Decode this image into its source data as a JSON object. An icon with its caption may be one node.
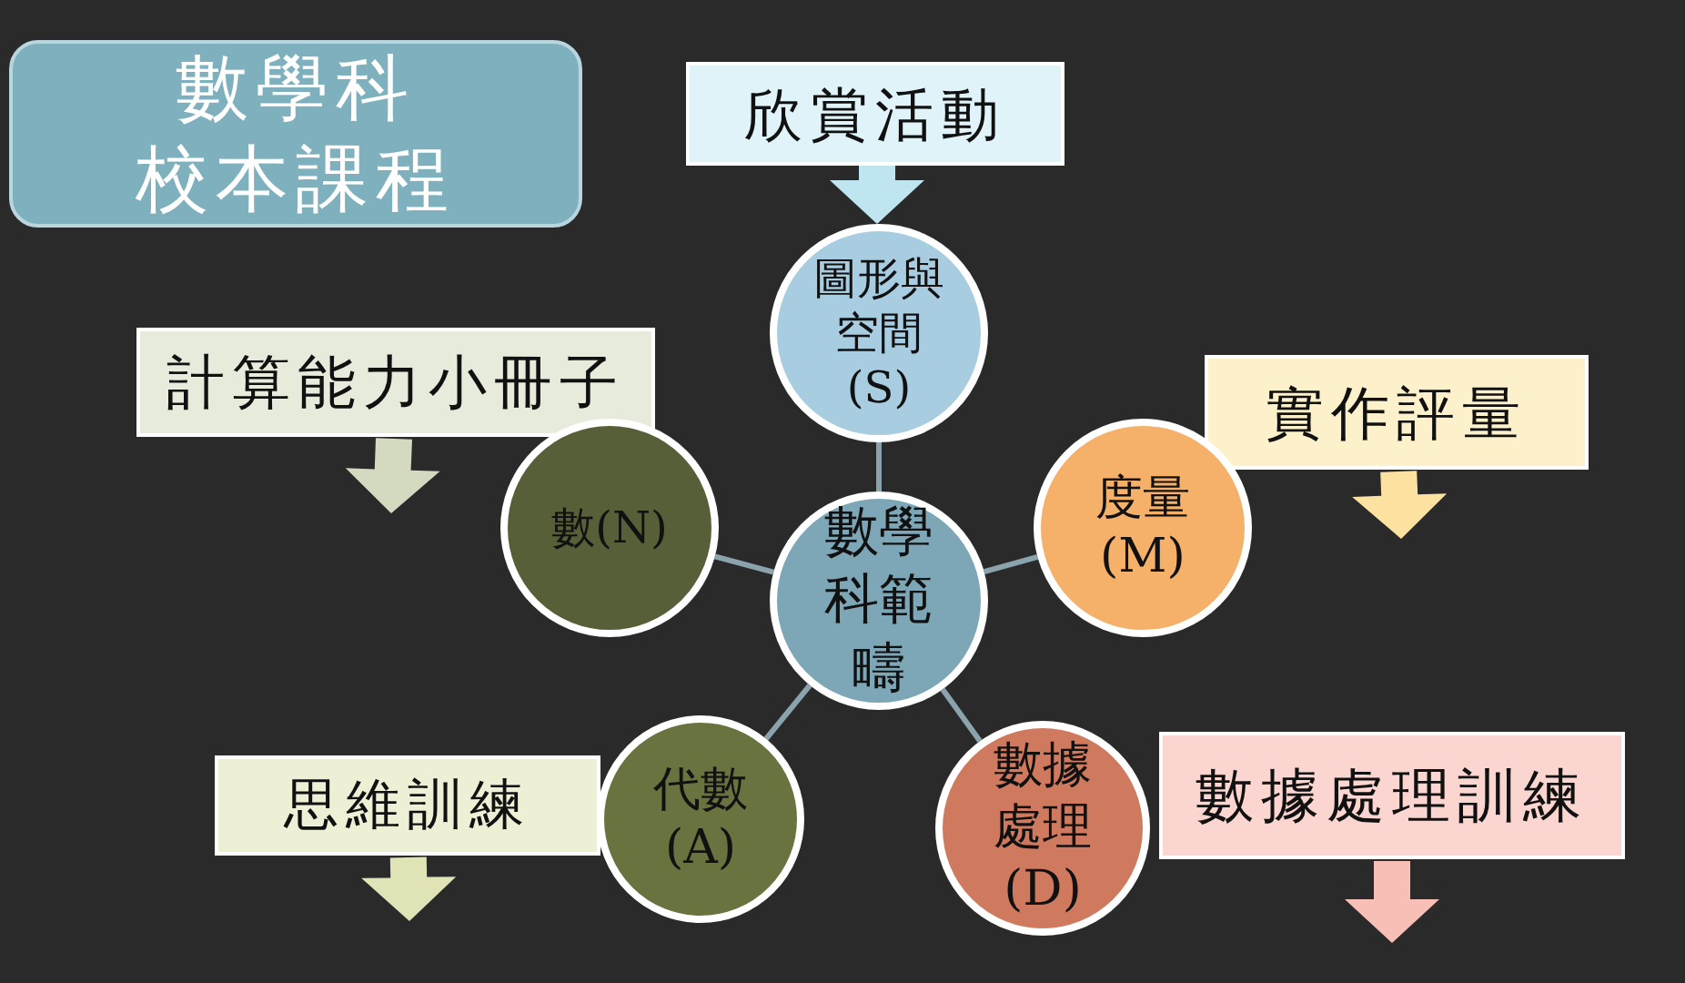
{
  "diagram": {
    "nodes": [
      {
        "text": [
          "數學科",
          "校本課程"
        ]
      },
      {
        "text": [
          "欣賞活動"
        ]
      },
      {
        "text": [
          "圖形與空間",
          "(S)"
        ]
      },
      {
        "text": [
          "計算能力小冊子"
        ]
      },
      {
        "text": [
          "實作評量"
        ]
      },
      {
        "text": [
          "數(N)"
        ]
      },
      {
        "text": [
          "數學科範疇"
        ]
      },
      {
        "text": [
          "度量",
          "(M)"
        ]
      },
      {
        "text": [
          "思維訓練"
        ]
      },
      {
        "text": [
          "代數",
          "(A)"
        ]
      },
      {
        "text": [
          "數據處理",
          "(D)"
        ]
      },
      {
        "text": [
          "數據處理訓練"
        ]
      }
    ],
    "edges": [
      {
        "from": 1,
        "to": 2,
        "arrow": "to",
        "style": "thick",
        "color": "#bfe6f0"
      },
      {
        "from": 3,
        "to": null,
        "arrow": "to",
        "style": "thick",
        "color": "#d3dabf"
      },
      {
        "from": 4,
        "to": null,
        "arrow": "to",
        "style": "thick",
        "color": "#fde1a0"
      },
      {
        "from": 8,
        "to": null,
        "arrow": "to",
        "style": "thick",
        "color": "#dfe3b5"
      },
      {
        "from": 11,
        "to": null,
        "arrow": "to",
        "style": "thick",
        "color": "#f7bfb5"
      },
      {
        "from": 6,
        "to": 2,
        "arrow": "none"
      },
      {
        "from": 6,
        "to": 5,
        "arrow": "none"
      },
      {
        "from": 6,
        "to": 7,
        "arrow": "none"
      },
      {
        "from": 6,
        "to": 9,
        "arrow": "none"
      },
      {
        "from": 6,
        "to": 10,
        "arrow": "none"
      }
    ]
  }
}
